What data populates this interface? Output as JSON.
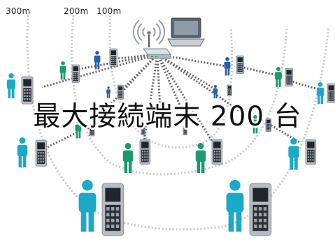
{
  "distance_labels": {
    "d300": "300m",
    "d200": "200m",
    "d100": "100m"
  },
  "headline": "最大接続端末 200 台",
  "colors": {
    "person_cyan": "#1aa9c6",
    "person_green": "#1a9a6e",
    "person_blue": "#2b5ea8",
    "terminal_body": "#b7bcc2",
    "terminal_screen": "#1f262c",
    "link": "#666666",
    "ring": "#c8c8c8"
  },
  "icons": [
    "wifi-icon",
    "wireless-router-icon",
    "laptop-icon",
    "person-icon",
    "handheld-terminal-icon"
  ]
}
